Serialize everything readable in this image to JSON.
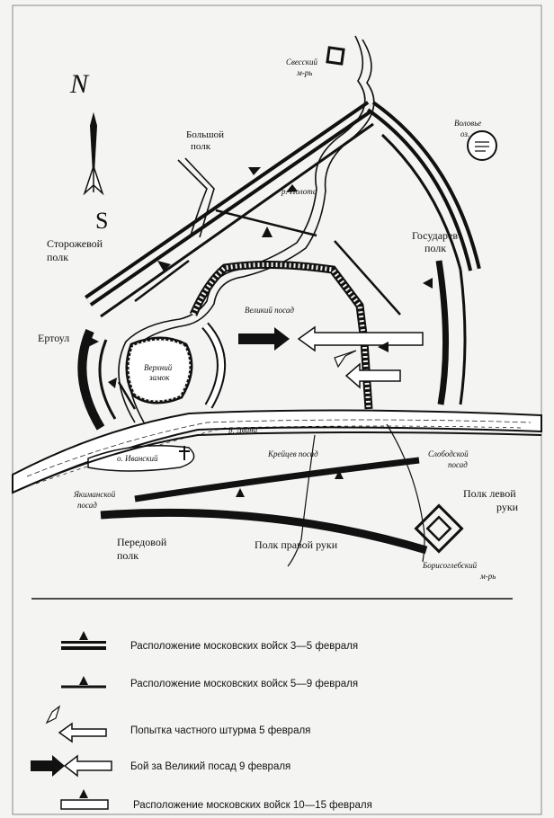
{
  "compass": {
    "north": "N",
    "south": "S"
  },
  "labels": {
    "svesky": [
      "Свесский",
      "м-рь"
    ],
    "bolshoy": [
      "Большой",
      "полк"
    ],
    "volovye": [
      "Воловье",
      "оз."
    ],
    "polota": "р. Полота",
    "storozhevoy": [
      "Сторожевой",
      "полк"
    ],
    "gosudarev": [
      "Государев",
      "полк"
    ],
    "velikiy_posad": "Великий посад",
    "ertoul": "Ертоул",
    "verkhniy_zamok": [
      "Верхний",
      "замок"
    ],
    "dvina": "р. Двина",
    "ivansky": "о. Иванский",
    "kryuchkov": "Крейцев посад",
    "slobodskoy": [
      "Слободской",
      "посад"
    ],
    "yakimansky": [
      "Якиманской",
      "посад"
    ],
    "polk_levoy": [
      "Полк левой",
      "руки"
    ],
    "peredovoy": [
      "Передовой",
      "полк"
    ],
    "polk_pravoy": "Полк правой руки",
    "borisoglebsky": [
      "Борисоглебский",
      "м-рь"
    ]
  },
  "legend": [
    {
      "text": "Расположение московских войск 3—5 февраля"
    },
    {
      "text": "Расположение московских войск 5—9 февраля"
    },
    {
      "text": "Попытка частного штурма 5 февраля"
    },
    {
      "text": "Бой за Великий посад 9 февраля"
    },
    {
      "text": "Расположение московских войск 10—15 февраля"
    }
  ]
}
